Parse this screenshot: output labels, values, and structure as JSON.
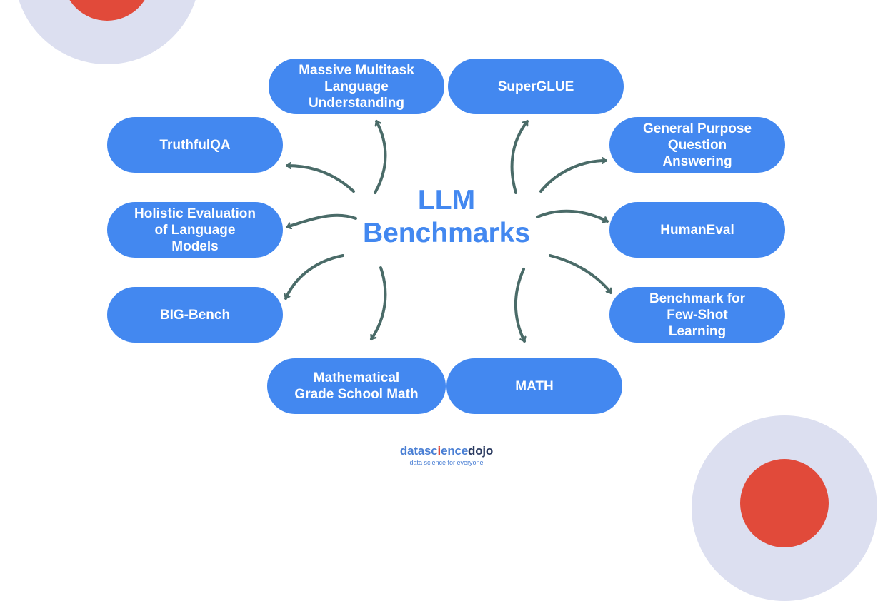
{
  "center": {
    "title": "LLM\nBenchmarks"
  },
  "benchmarks": [
    {
      "label": "Massive Multitask\nLanguage\nUnderstanding"
    },
    {
      "label": "SuperGLUE"
    },
    {
      "label": "TruthfulQA"
    },
    {
      "label": "General Purpose\nQuestion\nAnswering"
    },
    {
      "label": "Holistic Evaluation\nof Language\nModels"
    },
    {
      "label": "HumanEval"
    },
    {
      "label": "BIG-Bench"
    },
    {
      "label": "Benchmark for\nFew-Shot\nLearning"
    },
    {
      "label": "Mathematical\nGrade School Math"
    },
    {
      "label": "MATH"
    }
  ],
  "logo": {
    "brand_part1": "datasc",
    "brand_part2": "i",
    "brand_part3": "ence",
    "brand_part4": "dojo",
    "tagline": "data science for everyone"
  },
  "colors": {
    "pill": "#4388f0",
    "arrow": "#4a6b68",
    "title": "#4388f0",
    "accent_red": "#e14a3a",
    "decor_circle": "#dcdff0"
  }
}
